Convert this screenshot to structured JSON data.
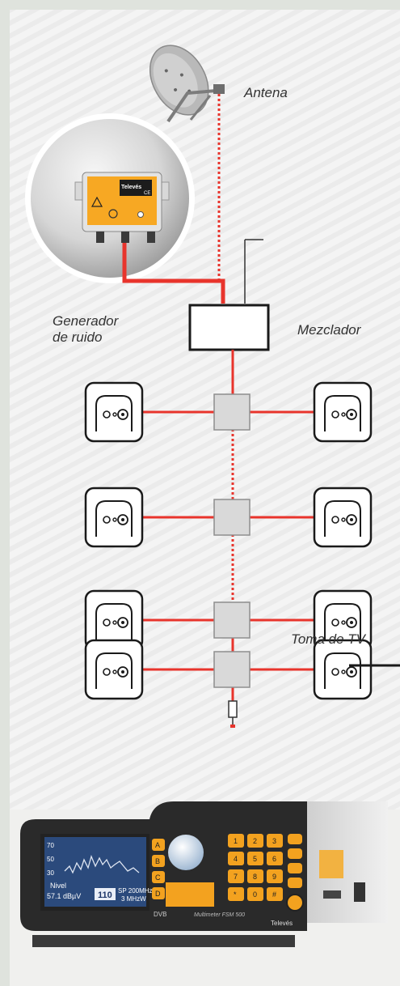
{
  "labels": {
    "antenna": "Antena",
    "noise_generator_line1": "Generador",
    "noise_generator_line2": "de ruido",
    "mixer": "Mezclador",
    "tv_outlet": "Toma de TV"
  },
  "device_texts": {
    "generator_brand": "Televés",
    "generator_ce": "CE",
    "meter_brand": "Televés",
    "meter_model": "Multimeter FSM 500",
    "meter_dvb": "DVB",
    "screen_ticks": [
      "70",
      "50",
      "30"
    ],
    "screen_level_label": "Nivel",
    "screen_level_value": "57.1 dBµV",
    "screen_channel": "110",
    "screen_freq": "SP 200MHz",
    "screen_bw": "3 MHzW",
    "side_keys": [
      "A",
      "B",
      "C",
      "D"
    ],
    "keypad": [
      "1",
      "2",
      "3",
      "4",
      "5",
      "6",
      "7",
      "8",
      "9",
      "*",
      "0",
      "#"
    ]
  },
  "colors": {
    "cable": "#e8342c",
    "outer_bg": "#dfe3dd",
    "panel_bg": "#f4f4f4",
    "stripe": "#e9e9e9",
    "splitter": "#d9d9d9",
    "generator_orange": "#f7a823",
    "meter_body": "#2a2a2a"
  }
}
